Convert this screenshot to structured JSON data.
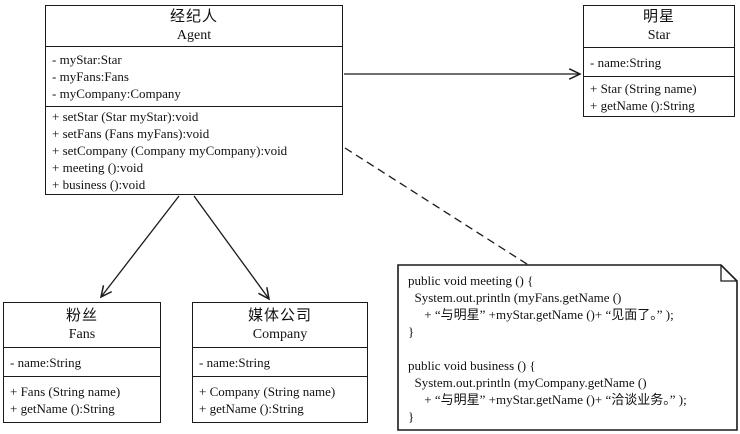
{
  "diagram_type": "uml-class-diagram",
  "colors": {
    "stroke": "#1a1a1a",
    "background": "#ffffff",
    "text": "#111111"
  },
  "classes": {
    "agent": {
      "name_zh": "经纪人",
      "name_en": "Agent",
      "attributes": [
        "- myStar:Star",
        "- myFans:Fans",
        "- myCompany:Company"
      ],
      "methods": [
        "+ setStar (Star myStar):void",
        "+ setFans (Fans myFans):void",
        "+ setCompany (Company myCompany):void",
        "+ meeting ():void",
        "+ business ():void"
      ]
    },
    "star": {
      "name_zh": "明星",
      "name_en": "Star",
      "attributes": [
        "- name:String"
      ],
      "methods": [
        "+ Star (String name)",
        "+ getName ():String"
      ]
    },
    "fans": {
      "name_zh": "粉丝",
      "name_en": "Fans",
      "attributes": [
        "- name:String"
      ],
      "methods": [
        "+ Fans (String name)",
        "+ getName ():String"
      ]
    },
    "company": {
      "name_zh": "媒体公司",
      "name_en": "Company",
      "attributes": [
        "- name:String"
      ],
      "methods": [
        "+ Company (String name)",
        "+ getName ():String"
      ]
    }
  },
  "relationships": [
    {
      "from": "Agent",
      "to": "Star",
      "type": "association",
      "style": "solid-open-arrow"
    },
    {
      "from": "Agent",
      "to": "Fans",
      "type": "association",
      "style": "solid-open-arrow"
    },
    {
      "from": "Agent",
      "to": "Company",
      "type": "association",
      "style": "solid-open-arrow"
    },
    {
      "from": "Agent",
      "to": "code-note",
      "type": "note-anchor",
      "style": "dashed"
    }
  ],
  "note": {
    "lines": [
      "public void meeting () {",
      "  System.out.println (myFans.getName ()",
      "     + “与明星” +myStar.getName ()+ “见面了。” );",
      "}",
      "",
      "public void business () {",
      "  System.out.println (myCompany.getName ()",
      "     + “与明星” +myStar.getName ()+ “洽谈业务。” );",
      "}"
    ]
  }
}
